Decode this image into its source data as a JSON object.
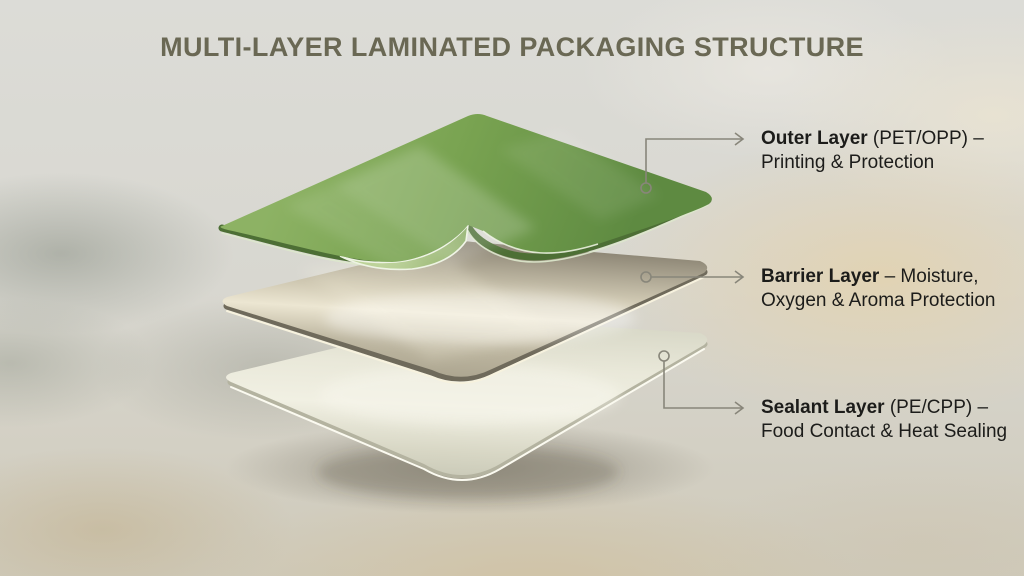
{
  "title": "MULTI-LAYER LAMINATED PACKAGING STRUCTURE",
  "labels": [
    {
      "bold": "Outer Layer",
      "rest": " (PET/OPP) –",
      "line2": "Printing & Protection"
    },
    {
      "bold": "Barrier Layer",
      "rest": " – Moisture,",
      "line2": "Oxygen & Aroma Protection"
    },
    {
      "bold": "Sealant Layer",
      "rest": " (PE/CPP) –",
      "line2": "Food Contact & Heat Sealing"
    }
  ],
  "colors": {
    "title_text": "#6a6854",
    "label_text": "#1c1c1a",
    "leader_line": "#88867a",
    "outer_layer_green": "#78a252",
    "barrier_layer_metallic": "#cdc6b1",
    "sealant_layer_cream": "#e7e6d6"
  }
}
